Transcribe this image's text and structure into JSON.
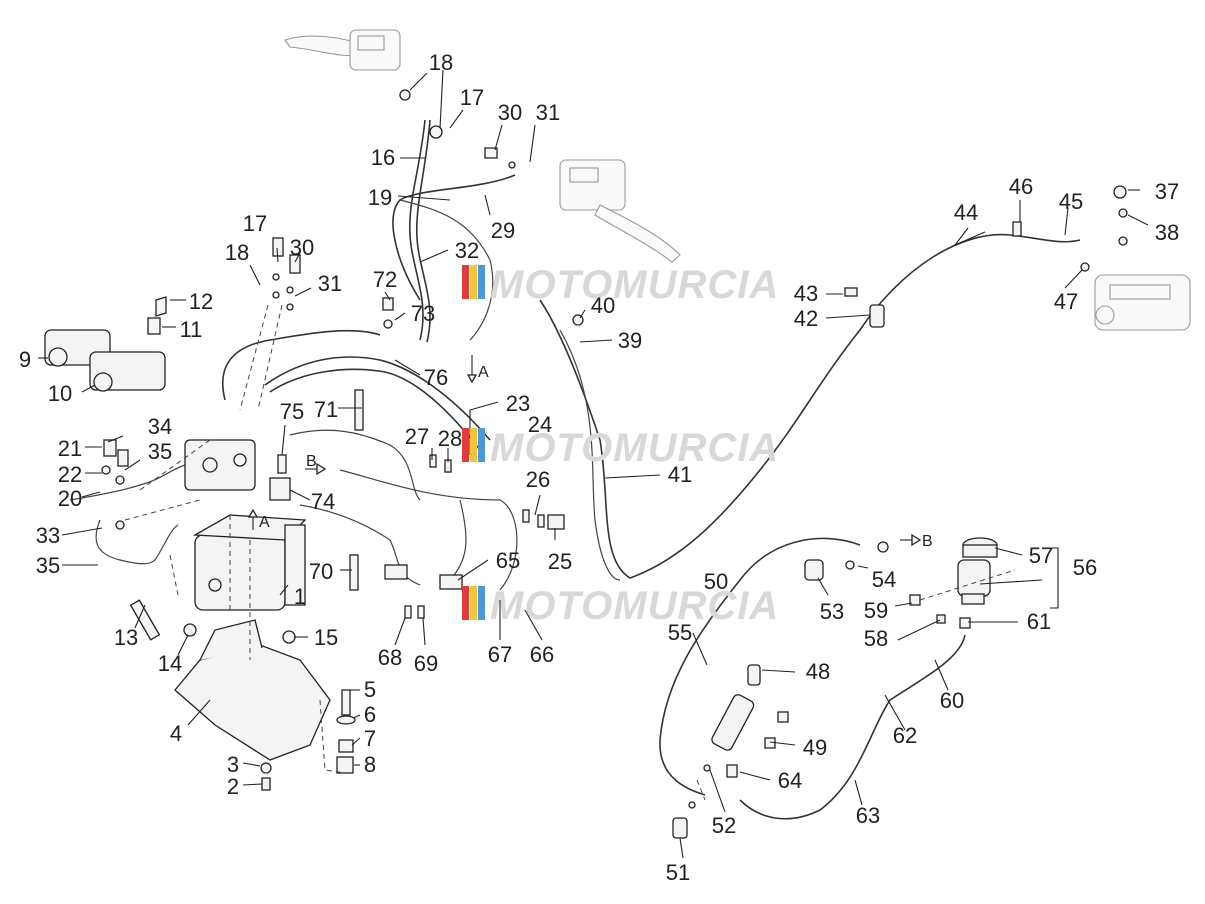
{
  "watermark": {
    "text": "MOTOMURCIA",
    "stripe_colors": [
      "#e23b3b",
      "#f0c53c",
      "#4a9ad8"
    ]
  },
  "flow_markers": [
    "A",
    "B",
    "A",
    "B"
  ],
  "callouts": [
    {
      "n": "18"
    },
    {
      "n": "17"
    },
    {
      "n": "30"
    },
    {
      "n": "31"
    },
    {
      "n": "16"
    },
    {
      "n": "19"
    },
    {
      "n": "29"
    },
    {
      "n": "32"
    },
    {
      "n": "17"
    },
    {
      "n": "30"
    },
    {
      "n": "18"
    },
    {
      "n": "31"
    },
    {
      "n": "12"
    },
    {
      "n": "11"
    },
    {
      "n": "9"
    },
    {
      "n": "10"
    },
    {
      "n": "72"
    },
    {
      "n": "73"
    },
    {
      "n": "40"
    },
    {
      "n": "39"
    },
    {
      "n": "76"
    },
    {
      "n": "71"
    },
    {
      "n": "75"
    },
    {
      "n": "23"
    },
    {
      "n": "24"
    },
    {
      "n": "27"
    },
    {
      "n": "28"
    },
    {
      "n": "34"
    },
    {
      "n": "21"
    },
    {
      "n": "35"
    },
    {
      "n": "22"
    },
    {
      "n": "20"
    },
    {
      "n": "74"
    },
    {
      "n": "26"
    },
    {
      "n": "25"
    },
    {
      "n": "33"
    },
    {
      "n": "35"
    },
    {
      "n": "70"
    },
    {
      "n": "1"
    },
    {
      "n": "65"
    },
    {
      "n": "13"
    },
    {
      "n": "14"
    },
    {
      "n": "15"
    },
    {
      "n": "68"
    },
    {
      "n": "69"
    },
    {
      "n": "67"
    },
    {
      "n": "66"
    },
    {
      "n": "5"
    },
    {
      "n": "6"
    },
    {
      "n": "4"
    },
    {
      "n": "7"
    },
    {
      "n": "3"
    },
    {
      "n": "8"
    },
    {
      "n": "2"
    },
    {
      "n": "41"
    },
    {
      "n": "46"
    },
    {
      "n": "44"
    },
    {
      "n": "45"
    },
    {
      "n": "37"
    },
    {
      "n": "38"
    },
    {
      "n": "43"
    },
    {
      "n": "42"
    },
    {
      "n": "47"
    },
    {
      "n": "50"
    },
    {
      "n": "53"
    },
    {
      "n": "54"
    },
    {
      "n": "57"
    },
    {
      "n": "56"
    },
    {
      "n": "55"
    },
    {
      "n": "59"
    },
    {
      "n": "58"
    },
    {
      "n": "61"
    },
    {
      "n": "48"
    },
    {
      "n": "60"
    },
    {
      "n": "49"
    },
    {
      "n": "62"
    },
    {
      "n": "64"
    },
    {
      "n": "52"
    },
    {
      "n": "63"
    },
    {
      "n": "51"
    }
  ]
}
